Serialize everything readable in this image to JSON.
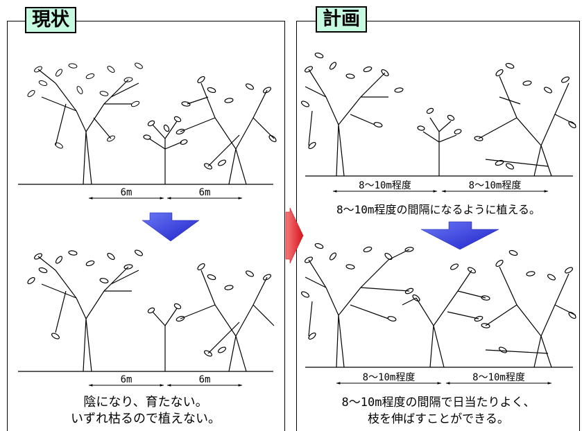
{
  "left": {
    "label": "現状",
    "top_spacings": [
      "6m",
      "6m"
    ],
    "bottom_spacings": [
      "6m",
      "6m"
    ],
    "caption_line1": "陰になり、育たない。",
    "caption_line2": "いずれ枯るので植えない。"
  },
  "right": {
    "label": "計画",
    "top_spacings": [
      "8〜10m程度",
      "8〜10m程度"
    ],
    "bottom_spacings": [
      "8〜10m程度",
      "8〜10m程度"
    ],
    "mid_caption": "8〜10m程度の間隔になるように植える。",
    "caption_line1": "8〜10m程度の間隔で日当たりよく、",
    "caption_line2": "枝を伸ばすことができる。"
  },
  "colors": {
    "tag_fill": "#c7fbe1",
    "down_arrow": "#3a3fe0",
    "side_arrow": "#e8262c"
  }
}
